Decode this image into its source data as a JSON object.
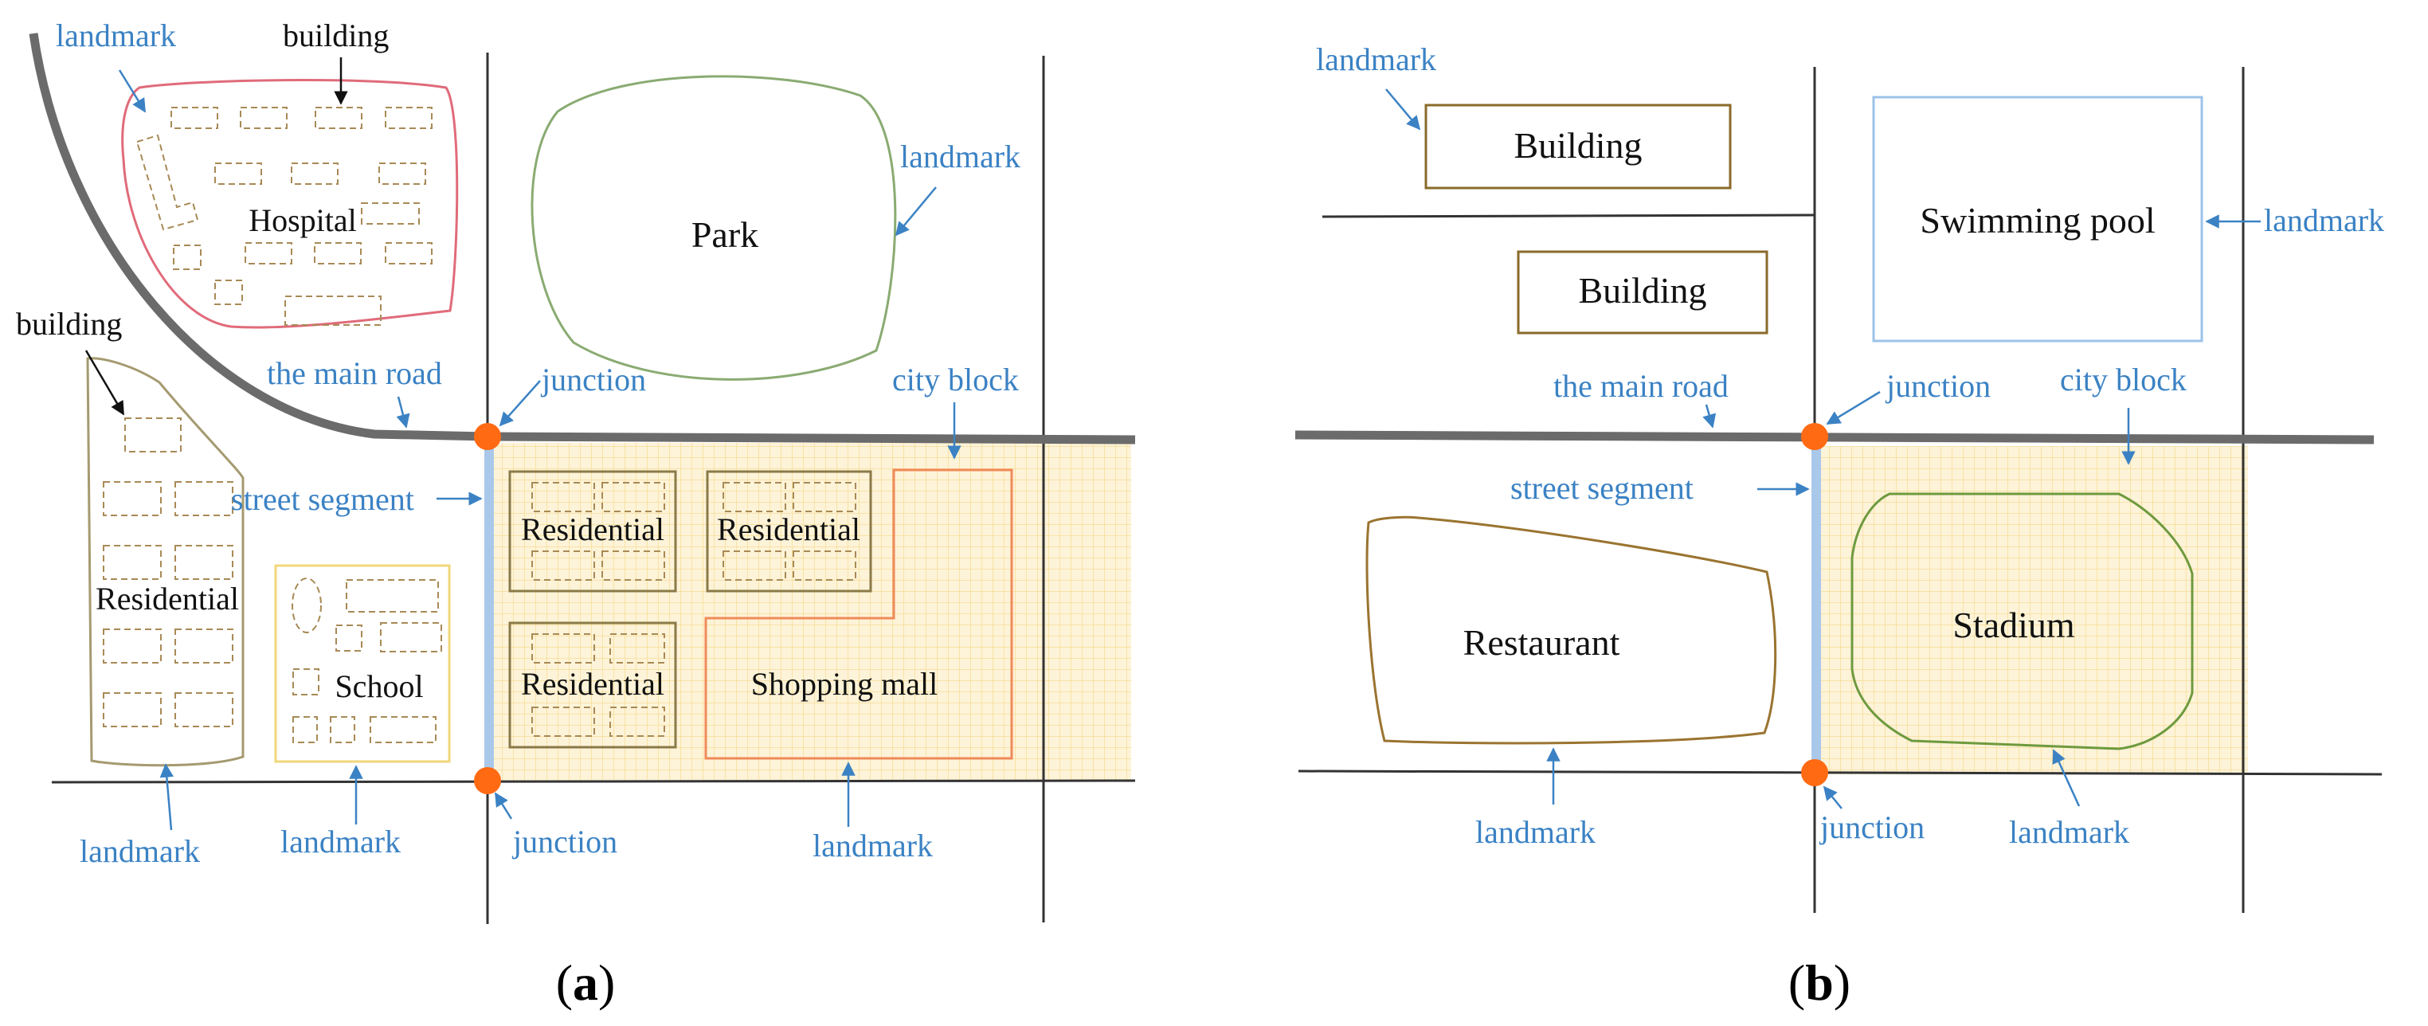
{
  "colors": {
    "label_blue": "#3b82c4",
    "road_gray": "#6b6b6b",
    "junction_orange": "#ff6a13",
    "street_segment_blue": "#a9c8ea",
    "grid_fill": "#fdf1cf",
    "hospital_outline": "#e06b7a",
    "park_outline": "#8aab72",
    "residential_outline": "#8a7a48",
    "school_outline": "#f0d77a",
    "mall_outline": "#f08a5a",
    "restaurant_outline": "#9a7430",
    "stadium_outline": "#6e9a3e",
    "pool_outline": "#9cc3ea",
    "building_outline": "#8a6a2a"
  },
  "panel_a": {
    "subfigure_label": [
      "(",
      "a",
      ")"
    ],
    "places": {
      "hospital": "Hospital",
      "park": "Park",
      "residential_left": "Residential",
      "school": "School",
      "residential_1": "Residential",
      "residential_2": "Residential",
      "residential_3": "Residential",
      "shopping_mall": "Shopping mall"
    },
    "annotations": {
      "landmark_hospital": "landmark",
      "building_top": "building",
      "landmark_park": "landmark",
      "building_left": "building",
      "main_road": "the main road",
      "junction_top": "junction",
      "city_block": "city block",
      "street_segment": "street segment",
      "landmark_residential": "landmark",
      "landmark_school": "landmark",
      "junction_bottom": "junction",
      "landmark_mall": "landmark"
    }
  },
  "panel_b": {
    "subfigure_label": [
      "(",
      "b",
      ")"
    ],
    "places": {
      "building_1": "Building",
      "building_2": "Building",
      "swimming_pool": "Swimming pool",
      "restaurant": "Restaurant",
      "stadium": "Stadium"
    },
    "annotations": {
      "landmark_building": "landmark",
      "landmark_pool": "landmark",
      "main_road": "the main road",
      "junction_top": "junction",
      "city_block": "city block",
      "street_segment": "street segment",
      "landmark_restaurant": "landmark",
      "junction_bottom": "junction",
      "landmark_stadium": "landmark"
    }
  }
}
